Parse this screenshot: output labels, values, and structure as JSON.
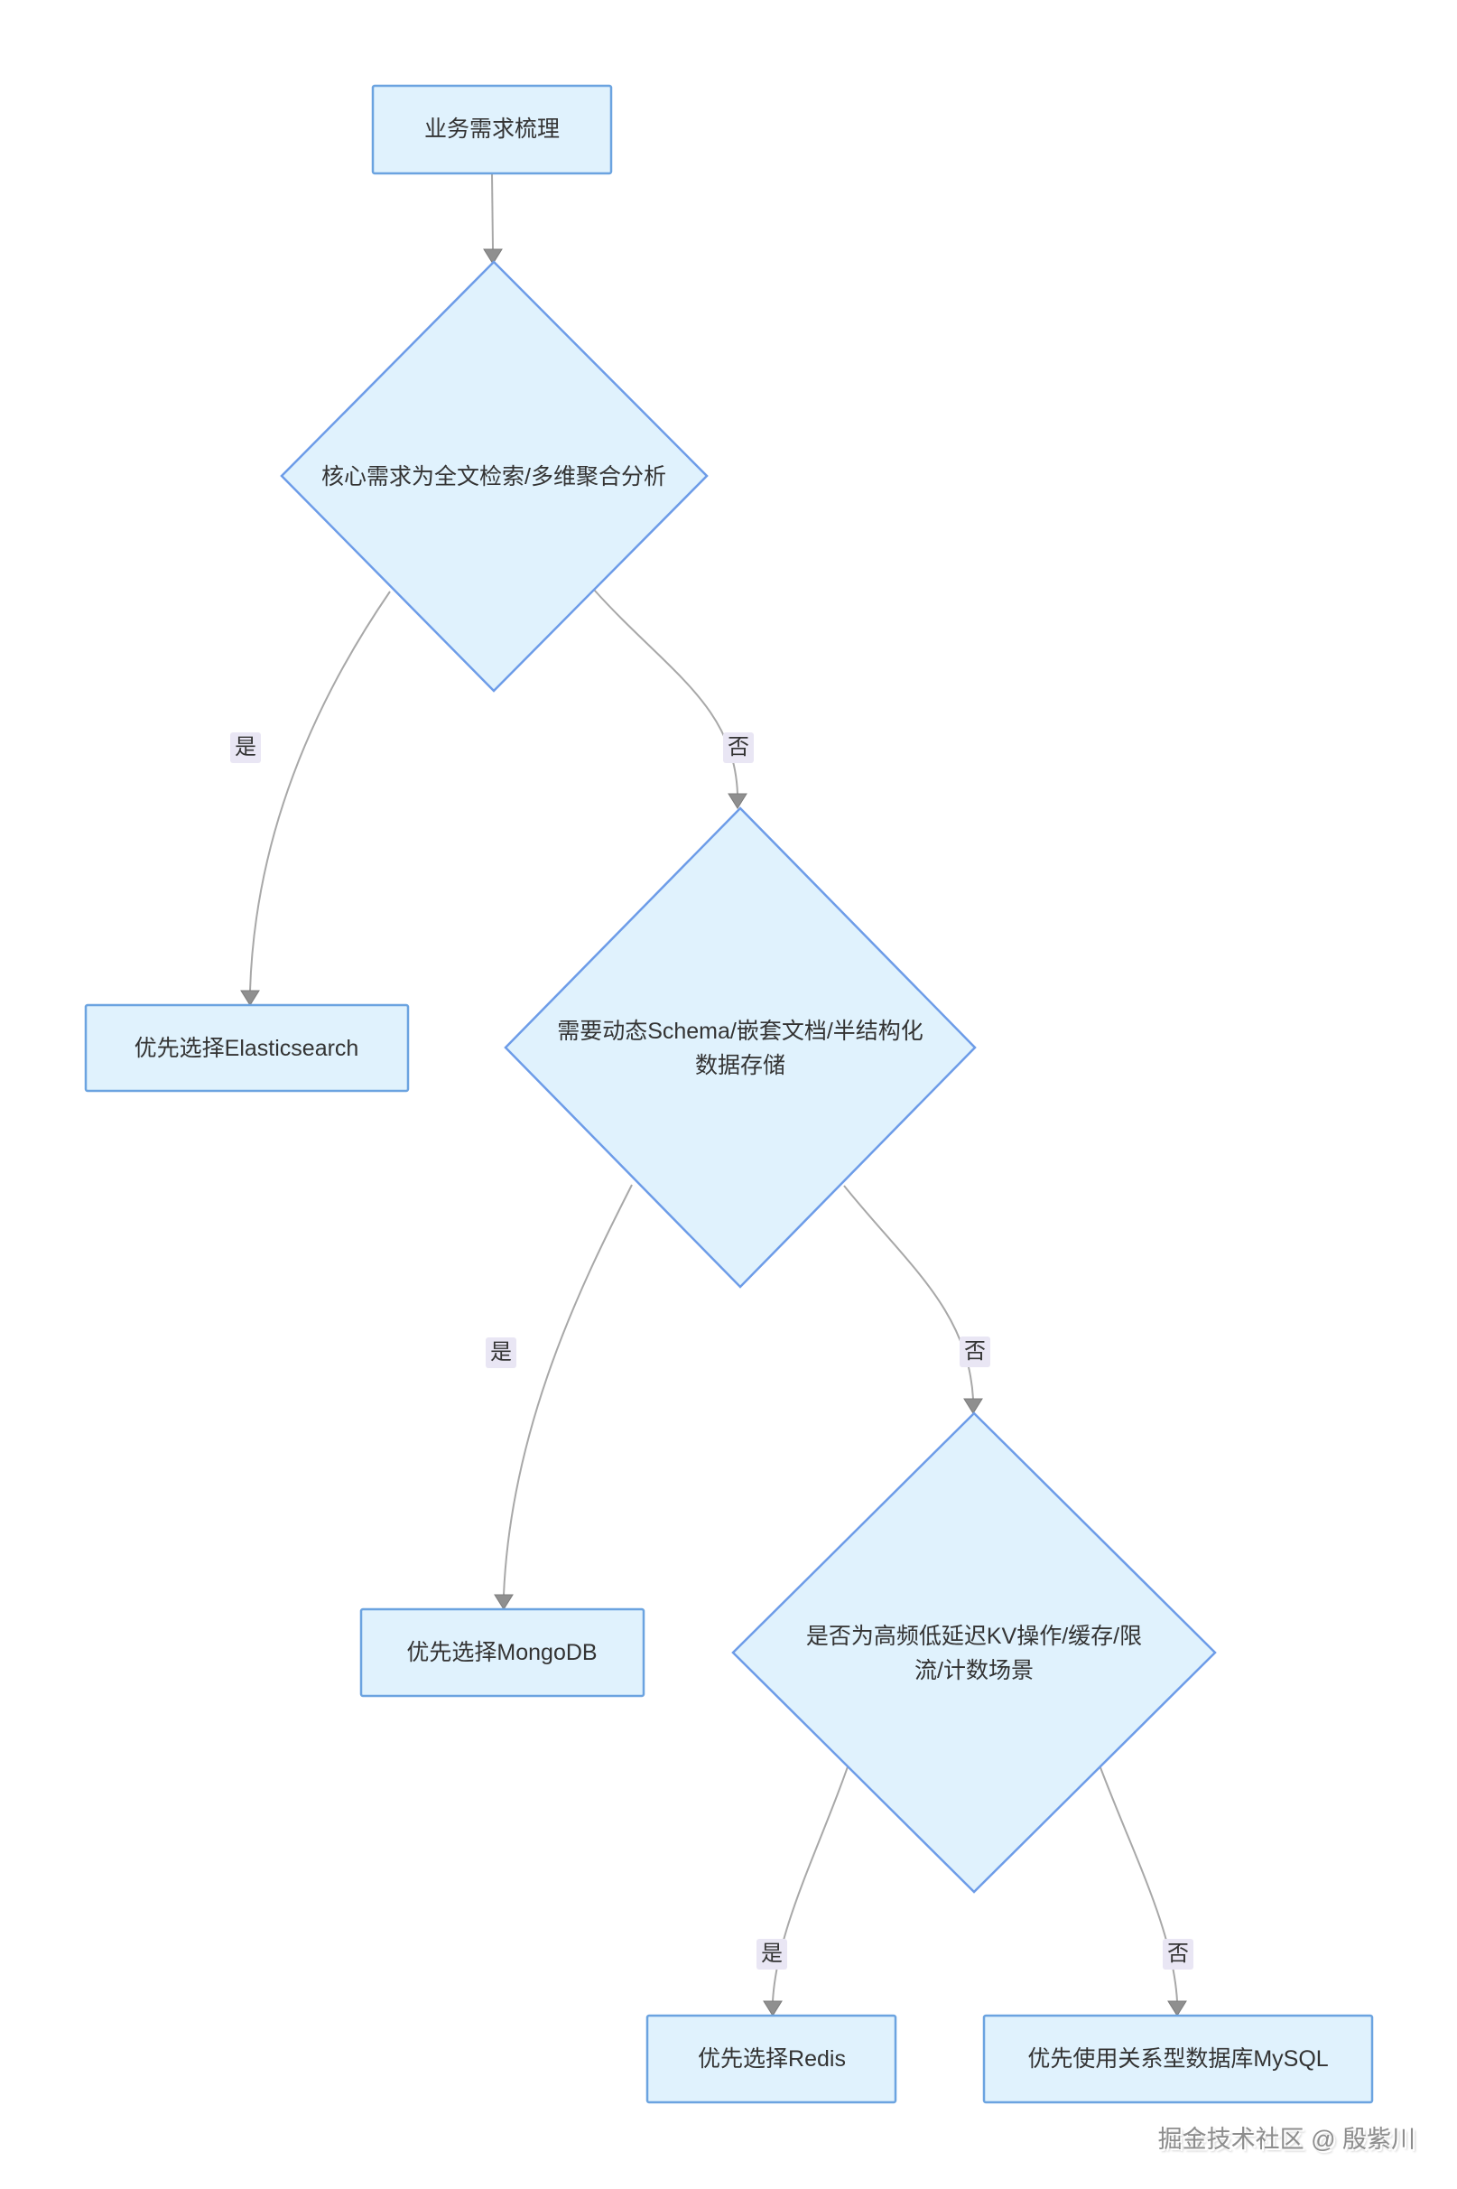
{
  "diagram": {
    "type": "flowchart",
    "direction": "top-down",
    "colors": {
      "node_fill": "#e0f2fd",
      "rect_stroke": "#6ba3e0",
      "diamond_stroke": "#6d9ce8",
      "edge_color": "#a8a8a8",
      "arrow_color": "#8f8f8f",
      "edge_label_bg": "#e9e6f4",
      "text_color": "#333333",
      "watermark_color": "#8d8d8d"
    },
    "nodes": {
      "start": {
        "shape": "rect",
        "label": "业务需求梳理"
      },
      "d1": {
        "shape": "diamond",
        "label": "核心需求为全文检索/多维聚合分析"
      },
      "es": {
        "shape": "rect",
        "label": "优先选择Elasticsearch"
      },
      "d2": {
        "shape": "diamond",
        "line1": "需要动态Schema/嵌套文档/半结构化",
        "line2": "数据存储"
      },
      "mongo": {
        "shape": "rect",
        "label": "优先选择MongoDB"
      },
      "d3": {
        "shape": "diamond",
        "line1": "是否为高频低延迟KV操作/缓存/限",
        "line2": "流/计数场景"
      },
      "redis": {
        "shape": "rect",
        "label": "优先选择Redis"
      },
      "mysql": {
        "shape": "rect",
        "label": "优先使用关系型数据库MySQL"
      }
    },
    "edges": {
      "start_to_d1": {
        "label": ""
      },
      "d1_to_es": {
        "label": "是"
      },
      "d1_to_d2": {
        "label": "否"
      },
      "d2_to_mongo": {
        "label": "是"
      },
      "d2_to_d3": {
        "label": "否"
      },
      "d3_to_redis": {
        "label": "是"
      },
      "d3_to_mysql": {
        "label": "否"
      }
    },
    "watermark": {
      "text": "掘金技术社区 @ 殷紫川"
    }
  }
}
